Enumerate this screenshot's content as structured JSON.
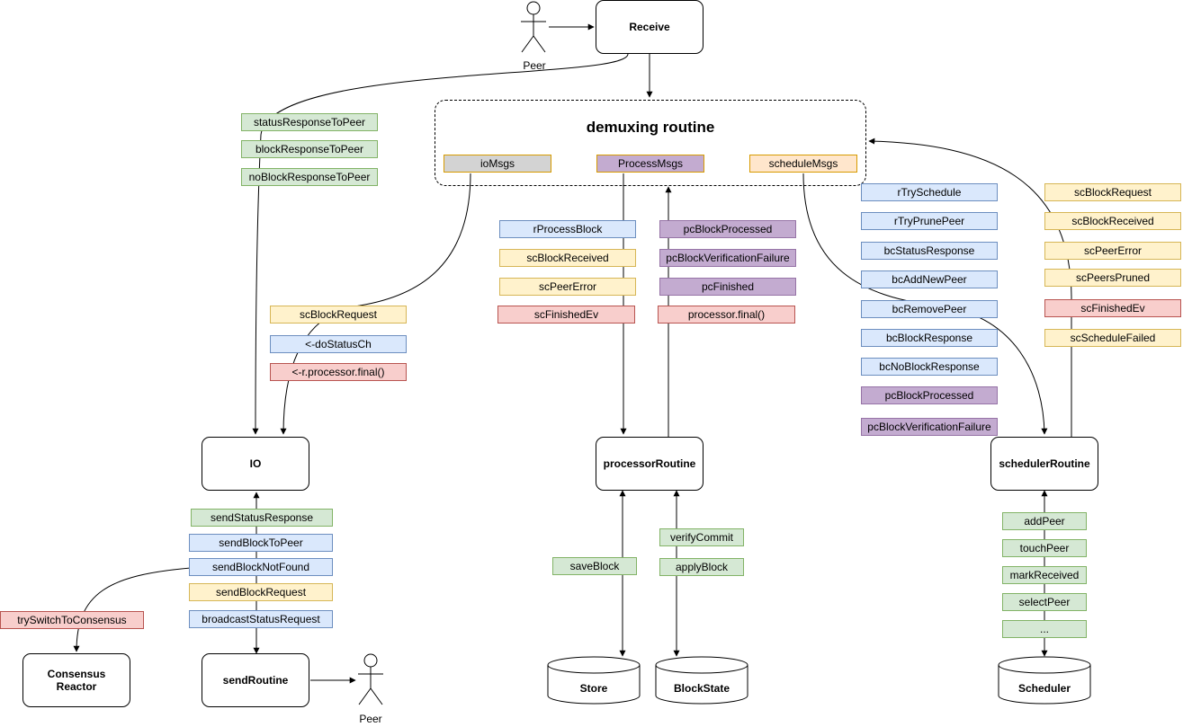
{
  "actors": {
    "peer_top": "Peer",
    "peer_bottom": "Peer"
  },
  "nodes": {
    "receive": "Receive",
    "io": "IO",
    "processor": "processorRoutine",
    "scheduler": "schedulerRoutine",
    "consensus": "Consensus Reactor",
    "send": "sendRoutine"
  },
  "demux": {
    "title": "demuxing routine",
    "io_msgs": "ioMsgs",
    "process_msgs": "ProcessMsgs",
    "schedule_msgs": "scheduleMsgs"
  },
  "databases": {
    "store": "Store",
    "blockstate": "BlockState",
    "scheduler": "Scheduler"
  },
  "receive_to_io": [
    "statusResponseToPeer",
    "blockResponseToPeer",
    "noBlockResponseToPeer"
  ],
  "demux_to_io": [
    "scBlockRequest",
    "<-doStatusCh",
    "<-r.processor.final()"
  ],
  "demux_to_processor": [
    "rProcessBlock",
    "scBlockReceived",
    "scPeerError",
    "scFinishedEv"
  ],
  "processor_to_demux": [
    "pcBlockProcessed",
    "pcBlockVerificationFailure",
    "pcFinished",
    "processor.final()"
  ],
  "demux_to_scheduler": [
    "rTrySchedule",
    "rTryPrunePeer",
    "bcStatusResponse",
    "bcAddNewPeer",
    "bcRemovePeer",
    "bcBlockResponse",
    "bcNoBlockResponse",
    "pcBlockProcessed",
    "pcBlockVerificationFailure"
  ],
  "scheduler_to_demux": [
    "scBlockRequest",
    "scBlockReceived",
    "scPeerError",
    "scPeersPruned",
    "scFinishedEv",
    "scScheduleFailed"
  ],
  "io_to_send": [
    "sendStatusResponse",
    "sendBlockToPeer",
    "sendBlockNotFound",
    "sendBlockRequest",
    "broadcastStatusRequest"
  ],
  "io_to_consensus": "trySwitchToConsensus",
  "store_ops": [
    "saveBlock"
  ],
  "blockstate_ops": [
    "verifyCommit",
    "applyBlock"
  ],
  "scheduler_ops": [
    "addPeer",
    "touchPeer",
    "markReceived",
    "selectPeer",
    "..."
  ]
}
